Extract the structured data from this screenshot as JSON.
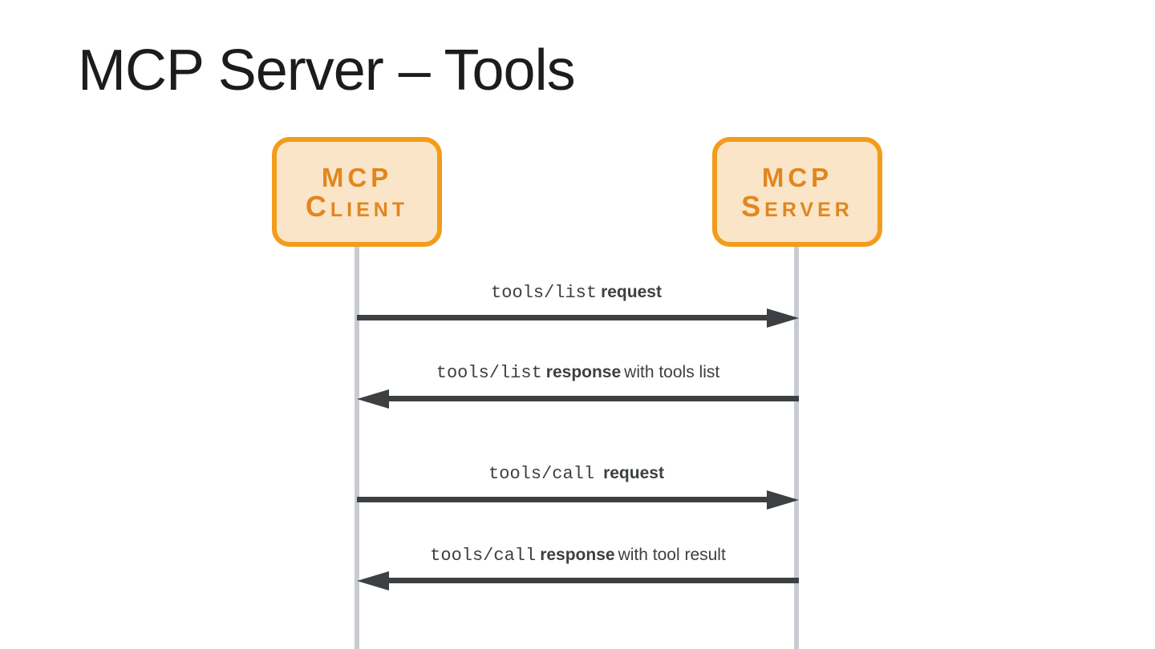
{
  "title": "MCP Server – Tools",
  "actors": [
    {
      "id": "client",
      "line1": "MCP",
      "line2": "Client"
    },
    {
      "id": "server",
      "line1": "MCP",
      "line2": "Server"
    }
  ],
  "messages": [
    {
      "mono": "tools/list",
      "bold": "request",
      "rest": "",
      "direction": "client-to-server"
    },
    {
      "mono": "tools/list",
      "bold": "response",
      "rest": "with tools list",
      "direction": "server-to-client"
    },
    {
      "mono": "tools/call",
      "bold": "request",
      "rest": "",
      "direction": "client-to-server"
    },
    {
      "mono": "tools/call",
      "bold": "response",
      "rest": "with tool result",
      "direction": "server-to-client"
    }
  ],
  "colors": {
    "title_text": "#1c1c1c",
    "box_border_orange": "#f29c1a",
    "box_fill_peach": "#fae5c9",
    "actor_text_orange": "#e2861d",
    "arrow_dark": "#3c4043",
    "label_text": "#3c4043",
    "lifeline_gray": "#c8cbd1",
    "background": "#ffffff"
  }
}
